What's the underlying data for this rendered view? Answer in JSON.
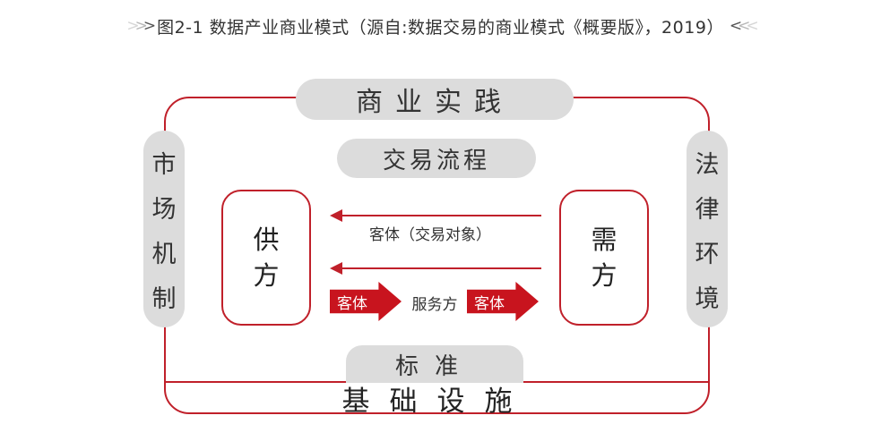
{
  "caption": "图2-1 数据产业商业模式（源自:数据交易的商业模式《概要版》，2019）",
  "diagram": {
    "top": "商业实践",
    "process": "交易流程",
    "left_side": [
      "市",
      "场",
      "机",
      "制"
    ],
    "right_side": [
      "法",
      "律",
      "环",
      "境"
    ],
    "supply": [
      "供",
      "方"
    ],
    "demand": [
      "需",
      "方"
    ],
    "object_label": "客体（交易对象）",
    "object_tag_left": "客体",
    "service": "服务方",
    "object_tag_right": "客体",
    "standard": "标准",
    "infrastructure": "基础设施"
  },
  "colors": {
    "accent": "#c0202a",
    "pill": "#dcdcdc"
  }
}
